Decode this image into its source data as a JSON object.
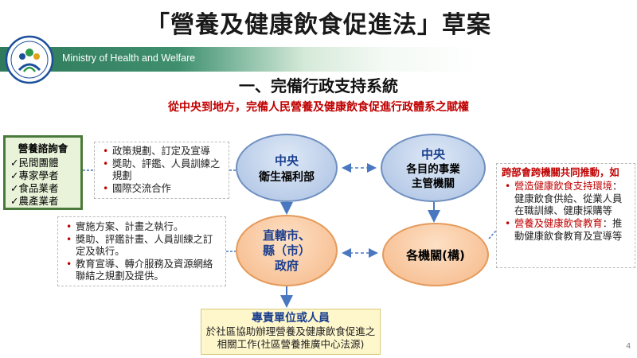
{
  "header": {
    "title": "「營養及健康飲食促進法」草案",
    "ministry": "Ministry of Health and Welfare",
    "section_title": "一、完備行政支持系統",
    "subtitle": "從中央到地方，完備人民營養及健康飲食促進行政體系之賦權"
  },
  "advisory": {
    "title": "營養諮詢會",
    "items": [
      "✓民間團體",
      "✓專家學者",
      "✓食品業者",
      "✓農產業者"
    ]
  },
  "policy": {
    "items": [
      "政策規劃、訂定及宣導",
      "獎助、評鑑、人員訓練之規劃",
      "國際交流合作"
    ]
  },
  "local_tasks": {
    "items": [
      "實施方案、計畫之執行。",
      "獎助、評鑑計畫、人員訓練之訂定及執行。",
      "教育宣導、轉介服務及資源網絡聯結之規劃及提供。"
    ]
  },
  "nodes": {
    "moh": {
      "line1": "中央",
      "line2": "衛生福利部"
    },
    "other": {
      "line1": "中央",
      "line2": "各目的事業",
      "line3": "主管機關"
    },
    "local": {
      "line1": "直轄市、",
      "line2": "縣（市）",
      "line3": "政府"
    },
    "agency": {
      "label": "各機關(構)"
    }
  },
  "cross": {
    "title": "跨部會跨機關共同推動，如",
    "item1_head": "營造健康飲食支持環境",
    "item1_body": "：健康飲食供給、從業人員在職訓練、健康採購等",
    "item2_head": "營養及健康飲食教育",
    "item2_body": "：推動健康飲食教育及宣導等"
  },
  "unit": {
    "title": "專責單位或人員",
    "body": "於社區協助辦理營養及健康飲食促進之相關工作(社區營養推廣中心法源)"
  },
  "page_number": "4",
  "colors": {
    "accent_green": "#2f7a5c",
    "accent_red": "#c00000",
    "node_blue": "#b9cce8",
    "node_orange": "#f8c49a",
    "unit_yellow": "#fff7cc"
  }
}
